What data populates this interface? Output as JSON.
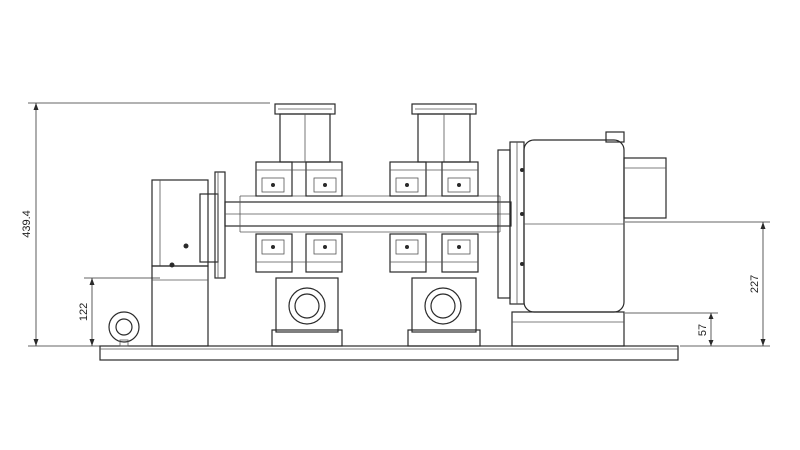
{
  "drawing": {
    "line_color": "#2a2a2a",
    "background": "#ffffff"
  },
  "dimensions": {
    "total_height": "439.4",
    "left_height": "122",
    "right_height": "227",
    "base_height": "57"
  }
}
